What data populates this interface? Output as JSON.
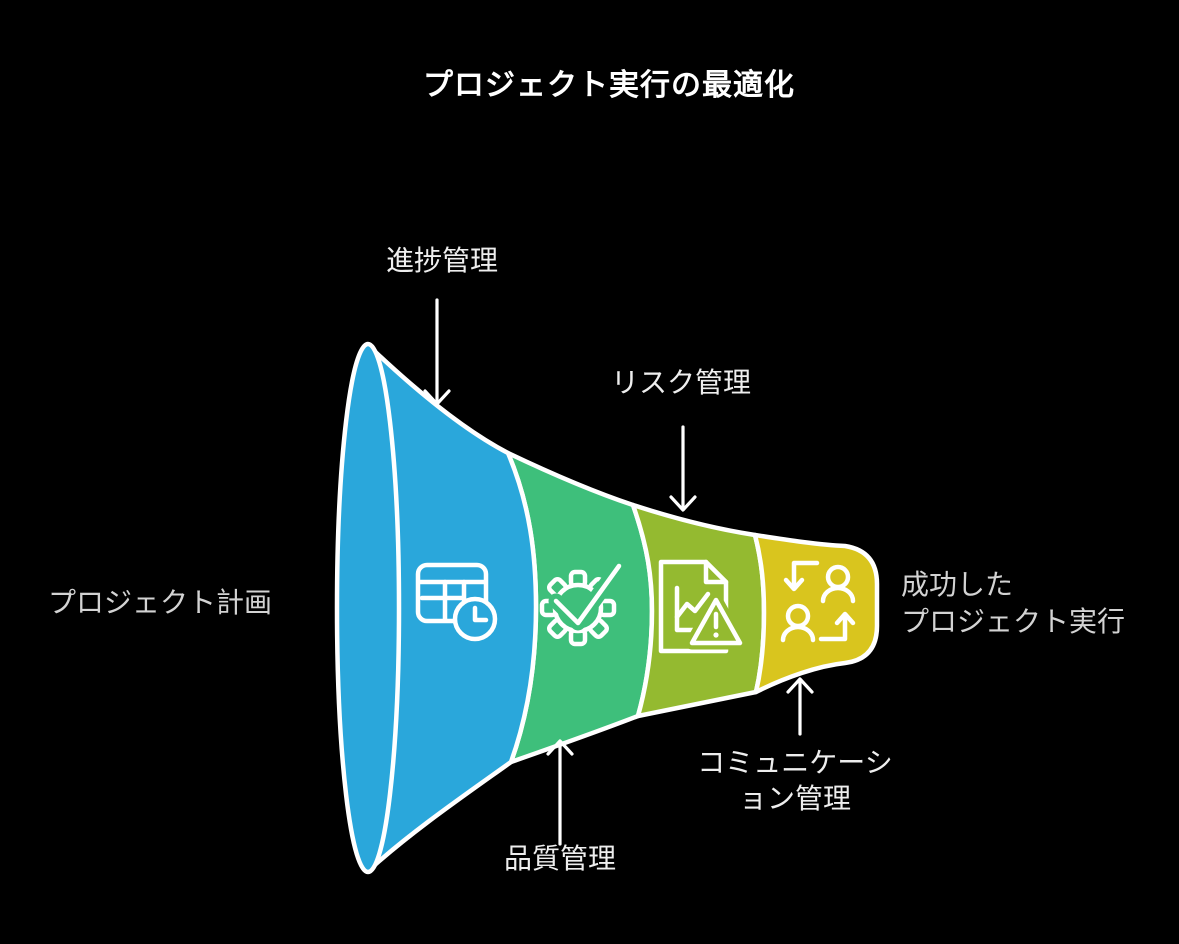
{
  "title": "プロジェクト実行の最適化",
  "funnel": {
    "input_label": "プロジェクト計画",
    "output_label": {
      "line1": "成功した",
      "line2": "プロジェクト実行"
    },
    "stages": [
      {
        "label": "進捗管理",
        "icon": "schedule-table-clock-icon",
        "color": "#2AA7DB",
        "label_position": "top"
      },
      {
        "label": "品質管理",
        "icon": "gear-check-icon",
        "color": "#3EBF7B",
        "label_position": "bottom"
      },
      {
        "label": "リスク管理",
        "icon": "report-warning-icon",
        "color": "#94BA30",
        "label_position": "top"
      },
      {
        "label": "コミュニケーション管理",
        "label_line1": "コミュニケーシ",
        "label_line2": "ョン管理",
        "icon": "people-exchange-icon",
        "color": "#D9C51E",
        "label_position": "bottom"
      }
    ],
    "colors": {
      "background": "#000000",
      "outline": "#FFFFFF",
      "title_text": "#FFFFFF",
      "side_label_text": "#D3D3D3",
      "stage_label_text": "#EEEEEE"
    }
  }
}
